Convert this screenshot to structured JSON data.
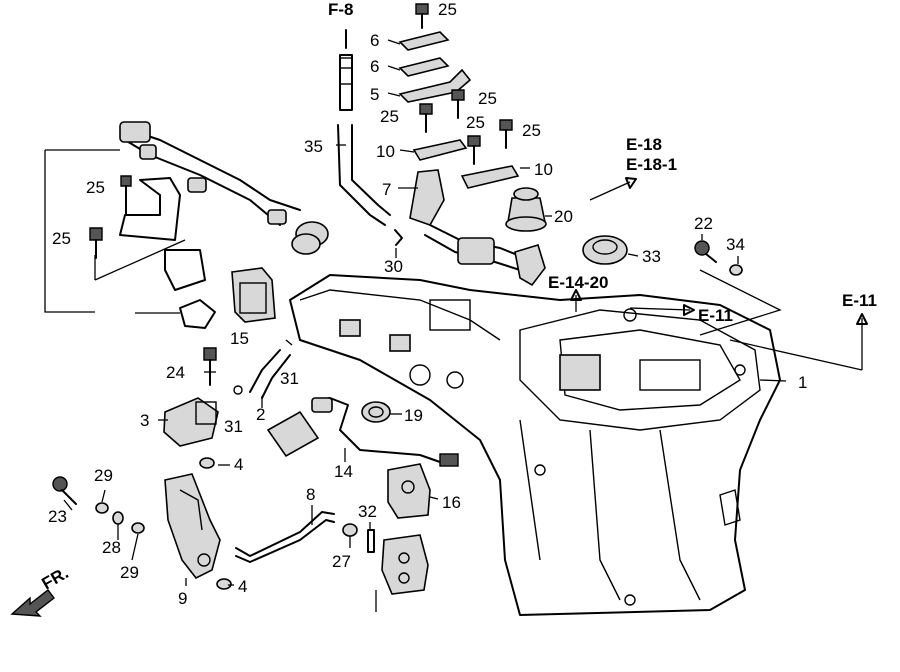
{
  "callouts": {
    "p1": "1",
    "p2": "2",
    "p3": "3",
    "p4a": "4",
    "p4b": "4",
    "p5": "5",
    "p6a": "6",
    "p6b": "6",
    "p7": "7",
    "p8": "8",
    "p9": "9",
    "p10a": "10",
    "p10b": "10",
    "p14": "14",
    "p15": "15",
    "p16": "16",
    "p19": "19",
    "p20": "20",
    "p22": "22",
    "p23": "23",
    "p24": "24",
    "p25a": "25",
    "p25b": "25",
    "p25c": "25",
    "p25d": "25",
    "p25e": "25",
    "p25f": "25",
    "p25g": "25",
    "p27": "27",
    "p28": "28",
    "p29a": "29",
    "p29b": "29",
    "p30": "30",
    "p31a": "31",
    "p31b": "31",
    "p32": "32",
    "p33": "33",
    "p34": "34",
    "p35": "35"
  },
  "references": {
    "f8": "F-8",
    "e18": "E-18",
    "e18_1": "E-18-1",
    "e14_20": "E-14-20",
    "e11a": "E-11",
    "e11b": "E-11"
  },
  "front_indicator": "FR."
}
